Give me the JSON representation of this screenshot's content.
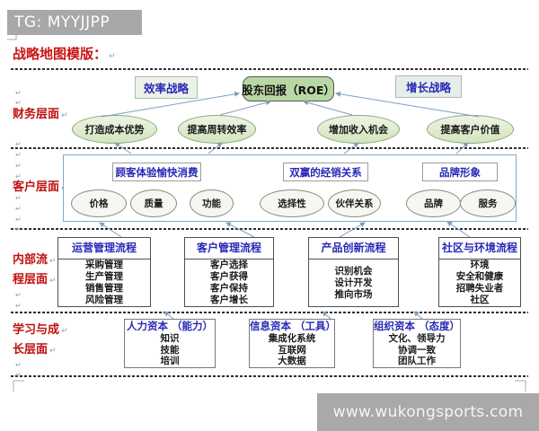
{
  "colors": {
    "header_bar": "#a8a8a8",
    "footer_bar": "#a9a9a9",
    "title_red": "#cc1414",
    "label_red": "#c01010",
    "diagram_blue": "#2929b8",
    "roe_green": "#b9d7a3",
    "financial_ellipse_green": "#d9e7c4",
    "arrow_blue": "#7d9ec0"
  },
  "header": {
    "text": "TG: MYYJJPP"
  },
  "footer": {
    "text": "www.wukongsports.com"
  },
  "page": {
    "title": "战略地图模版：",
    "pilcrow": "↵"
  },
  "row_labels": {
    "financial": "财务层面",
    "customer": "客户层面",
    "internal_line1": "内部流",
    "internal_line2": "程层面",
    "learning_line1": "学习与成",
    "learning_line2": "长层面"
  },
  "strategy": {
    "left": "效率战略",
    "center": "股东回报（ROE）",
    "right": "增长战略"
  },
  "financial": {
    "ellipses": [
      "打造成本优势",
      "提高周转效率",
      "增加收入机会",
      "提高客户价值"
    ]
  },
  "customer": {
    "titles": [
      "顾客体验愉快消费",
      "双赢的经销关系",
      "品牌形象"
    ],
    "ellipses": [
      "价格",
      "质量",
      "功能",
      "选择性",
      "伙伴关系",
      "品牌",
      "服务"
    ]
  },
  "internal": {
    "boxes": [
      {
        "title": "运营管理流程",
        "items": [
          "采购管理",
          "生产管理",
          "销售管理",
          "风险管理"
        ]
      },
      {
        "title": "客户管理流程",
        "items": [
          "客户选择",
          "客户获得",
          "客户保持",
          "客户增长"
        ]
      },
      {
        "title": "产品创新流程",
        "items": [
          "识别机会",
          "设计开发",
          "推向市场"
        ]
      },
      {
        "title": "社区与环境流程",
        "items": [
          "环境",
          "安全和健康",
          "招聘失业者",
          "社区"
        ]
      }
    ]
  },
  "learning": {
    "boxes": [
      {
        "title": "人力资本 （能力）",
        "items": [
          "知识",
          "技能",
          "培训"
        ]
      },
      {
        "title": "信息资本 （工具）",
        "items": [
          "集成化系统",
          "互联网",
          "大数据"
        ]
      },
      {
        "title": "组织资本 （态度）",
        "items": [
          "文化、领导力",
          "协调一致",
          "团队工作"
        ]
      }
    ]
  }
}
